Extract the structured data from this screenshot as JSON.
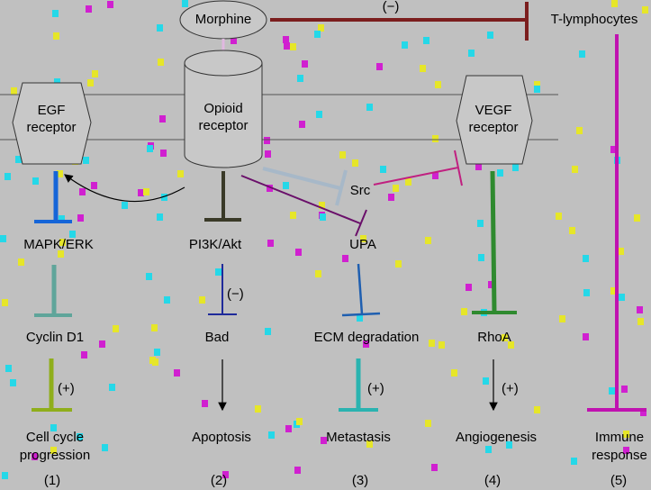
{
  "nodes": {
    "morphine": "Morphine",
    "t_lymphocytes": "T-lymphocytes",
    "egf_receptor": [
      "EGF",
      "receptor"
    ],
    "opioid_receptor": [
      "Opioid",
      "receptor"
    ],
    "vegf_receptor": [
      "VEGF",
      "receptor"
    ],
    "src": "Src",
    "mapk_erk": "MAPK/ERK",
    "pi3k_akt": "PI3K/Akt",
    "upa": "UPA",
    "cyclin_d1": "Cyclin D1",
    "bad": "Bad",
    "ecm_degradation": "ECM degradation",
    "rhoa": "RhoA",
    "cell_cycle": [
      "Cell cycle",
      "progression"
    ],
    "apoptosis": "Apoptosis",
    "metastasis": "Metastasis",
    "angiogenesis": "Angiogenesis",
    "immune_response": [
      "Immune",
      "response"
    ]
  },
  "signs": {
    "inhibition": "(−)",
    "activation": "(+)"
  },
  "pathway_numbers": [
    "(1)",
    "(2)",
    "(3)",
    "(4)",
    "(5)"
  ],
  "colors": {
    "background": "#c0c0c0",
    "morphine_inhibition": "#7b1e1e",
    "egf_pathway": "#1565d8",
    "cyclin": "#5fa59a",
    "cell_cycle": "#8fae1b",
    "pi3k": "#3a3a28",
    "bad": "#1f2a9a",
    "opioid_src": "#a7b8c8",
    "opioid_upa": "#6a0f6a",
    "src_vegf": "#c02080",
    "upa_ecm": "#1f5fb0",
    "metastasis": "#2ab3b0",
    "vegf_rhoa": "#2f8a2f",
    "immune": "#c012b0",
    "noise_yellow": "#e6e629",
    "noise_cyan": "#25d8e8",
    "noise_magenta": "#d020d0"
  }
}
